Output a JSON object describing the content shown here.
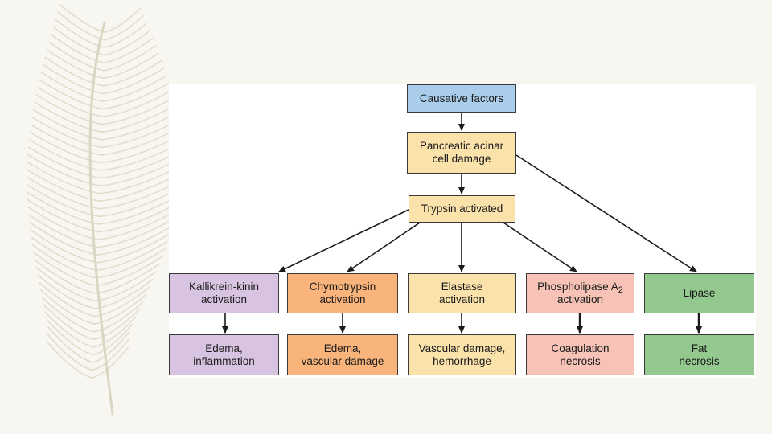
{
  "colors": {
    "blue": "#a9cdea",
    "tan": "#fbe2ab",
    "purple": "#d8c3e0",
    "orange": "#f8b47a",
    "pink": "#f6c3b6",
    "green": "#93c98f",
    "feather": "#d9d4bf"
  },
  "icons": {
    "background": "feather-icon"
  },
  "top": {
    "causative": "Causative factors",
    "acinar": "Pancreatic acinar\ncell damage",
    "trypsin": "Trypsin activated"
  },
  "activations": [
    {
      "label": "Kallikrein-kinin\nactivation",
      "color": "purple"
    },
    {
      "label": "Chymotrypsin\nactivation",
      "color": "orange"
    },
    {
      "label": "Elastase\nactivation",
      "color": "tan"
    },
    {
      "label_main": "Phospholipase A",
      "label_sub": "2",
      "label_tail": "activation",
      "color": "pink"
    },
    {
      "label": "Lipase",
      "color": "green"
    }
  ],
  "effects": [
    {
      "label": "Edema,\ninflammation",
      "color": "purple"
    },
    {
      "label": "Edema,\nvascular damage",
      "color": "orange"
    },
    {
      "label": "Vascular damage,\nhemorrhage",
      "color": "tan"
    },
    {
      "label": "Coagulation\nnecrosis",
      "color": "pink"
    },
    {
      "label": "Fat\nnecrosis",
      "color": "green"
    }
  ]
}
